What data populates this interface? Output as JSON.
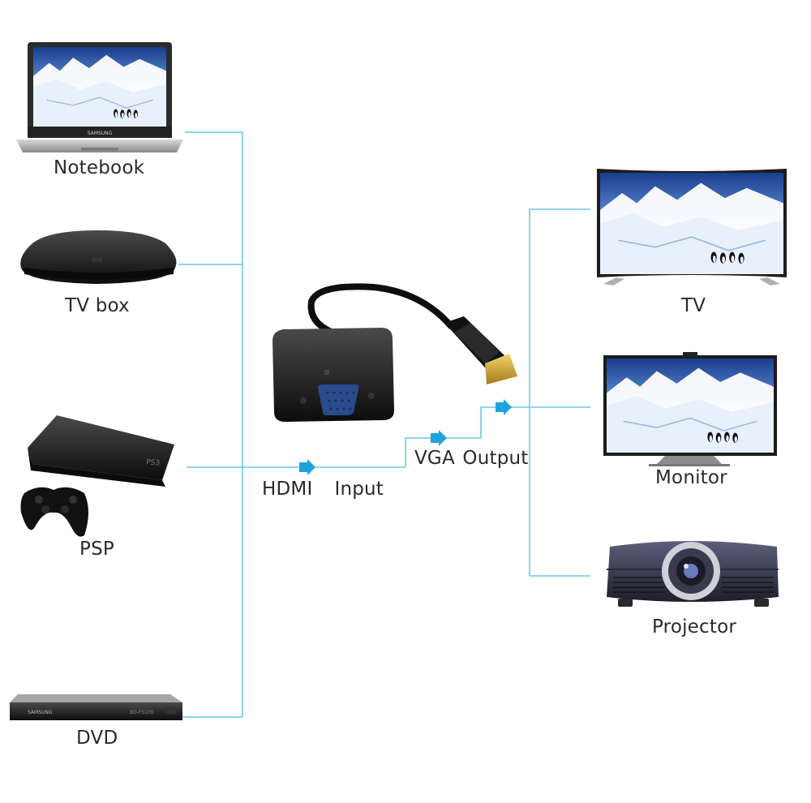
{
  "sources": {
    "notebook": "Notebook",
    "tv_box": "TV box",
    "psp": "PSP",
    "dvd": "DVD"
  },
  "outputs": {
    "tv": "TV",
    "monitor": "Monitor",
    "projector": "Projector"
  },
  "connector_labels": {
    "hdmi_input": "HDMI  Input",
    "vga_output": "VGA Output"
  },
  "device_text": {
    "notebook_brand": "SAMSUNG",
    "tv_box_mark": "ISIS",
    "psp_mark": "PS3",
    "dvd_brand": "SAMSUNG",
    "dvd_model": "BD-F5100"
  },
  "colors": {
    "line": "#6fc6e6",
    "arrow": "#1fa3de",
    "device_dark": "#1a1a1a"
  }
}
